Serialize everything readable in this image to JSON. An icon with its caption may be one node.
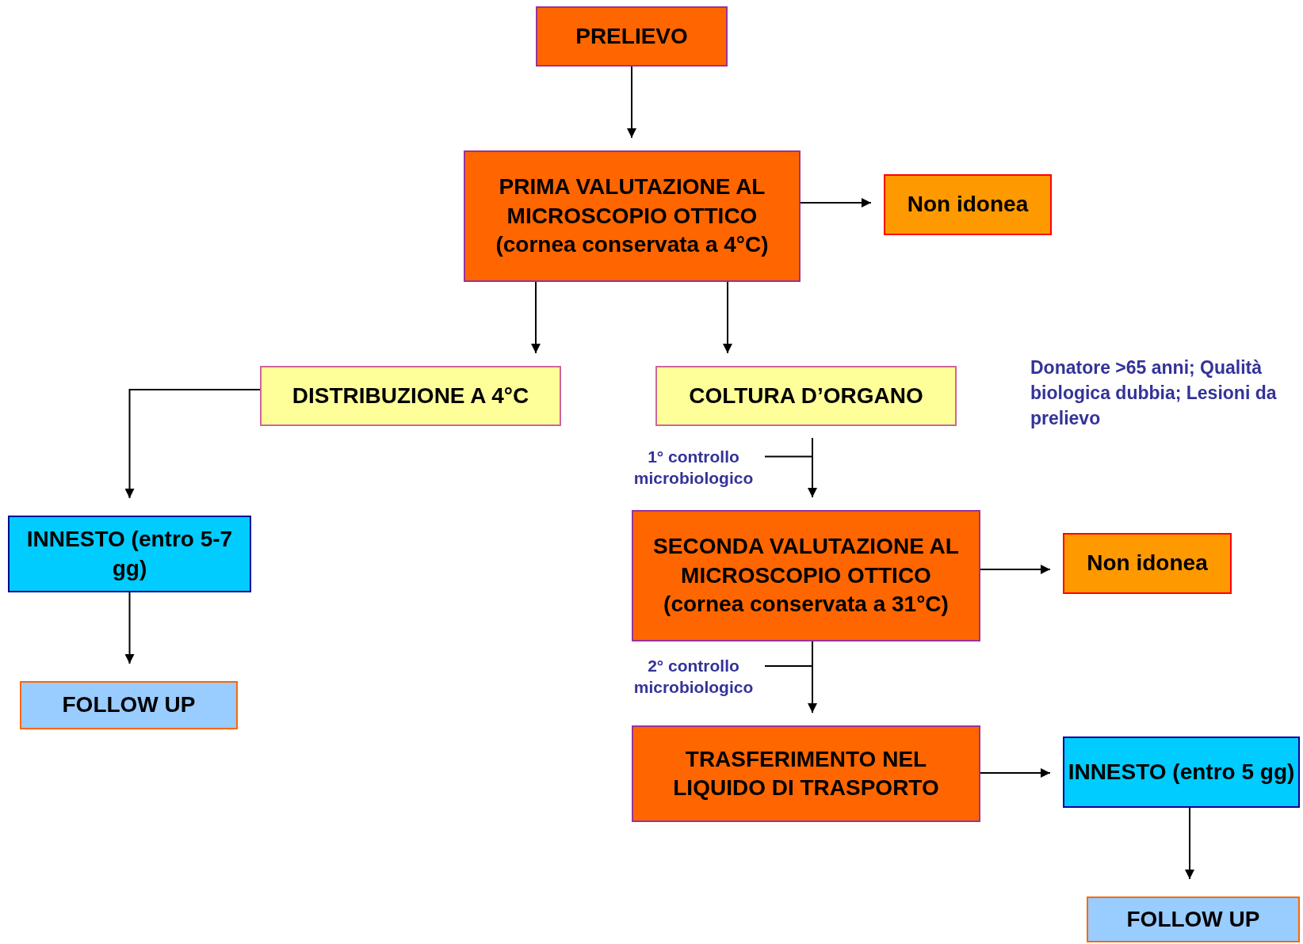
{
  "diagram": {
    "nodes": [
      {
        "text": [
          "PRELIEVO"
        ]
      },
      {
        "text": [
          "PRIMA VALUTAZIONE AL MICROSCOPIO OTTICO (cornea conservata a 4°C)"
        ]
      },
      {
        "text": [
          "Non idonea"
        ]
      },
      {
        "text": [
          "DISTRIBUZIONE A 4°C"
        ]
      },
      {
        "text": [
          "COLTURA D’ORGANO"
        ]
      },
      {
        "text": [
          "INNESTO (entro 5-7 gg)"
        ]
      },
      {
        "text": [
          "FOLLOW UP"
        ]
      },
      {
        "text": [
          "SECONDA VALUTAZIONE AL MICROSCOPIO OTTICO (cornea conservata a 31°C)"
        ]
      },
      {
        "text": [
          "Non idonea"
        ]
      },
      {
        "text": [
          "TRASFERIMENTO NEL LIQUIDO DI TRASPORTO"
        ]
      },
      {
        "text": [
          "INNESTO (entro 5 gg)"
        ]
      },
      {
        "text": [
          "FOLLOW UP"
        ]
      }
    ],
    "edges": [
      {
        "from": 0,
        "to": 1,
        "arrow": "to"
      },
      {
        "from": 1,
        "to": 2,
        "arrow": "to"
      },
      {
        "from": 1,
        "to": 3,
        "arrow": "to"
      },
      {
        "from": 1,
        "to": 4,
        "arrow": "to"
      },
      {
        "from": 3,
        "to": 5,
        "arrow": "to"
      },
      {
        "from": 5,
        "to": 6,
        "arrow": "to"
      },
      {
        "from": 4,
        "to": 7,
        "arrow": "to",
        "label": "1° controllo microbiologico"
      },
      {
        "from": 7,
        "to": 8,
        "arrow": "to"
      },
      {
        "from": 7,
        "to": 9,
        "arrow": "to",
        "label": "2° controllo microbiologico"
      },
      {
        "from": 9,
        "to": 10,
        "arrow": "to"
      },
      {
        "from": 10,
        "to": 11,
        "arrow": "to"
      }
    ],
    "labels": [
      "Donatore >65 anni; Qualità biologica dubbia; Lesioni da prelievo"
    ]
  }
}
